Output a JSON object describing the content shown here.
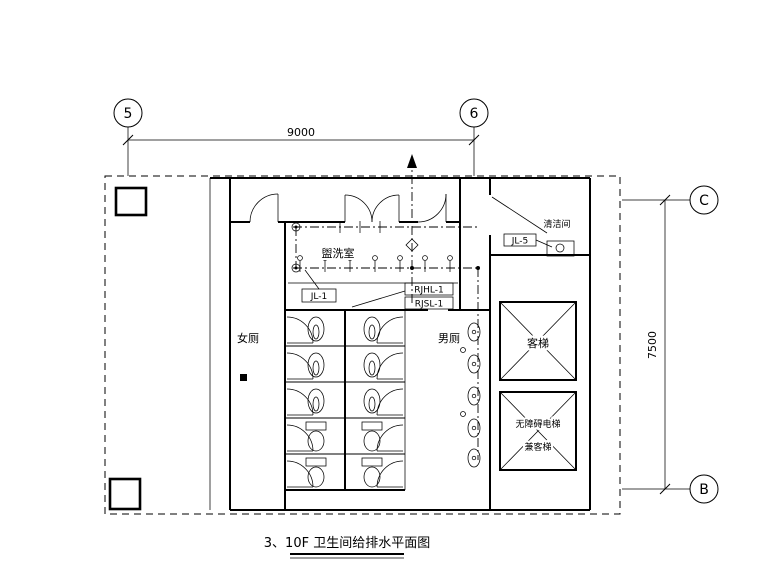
{
  "drawing": {
    "title": "3、10F 卫生间给排水平面图",
    "grid_bubbles": {
      "col_5": "5",
      "col_6": "6",
      "row_c": "C",
      "row_b": "B"
    },
    "dimensions": {
      "top_span": "9000",
      "right_span": "7500"
    },
    "room_labels": {
      "washroom": "盥洗室",
      "cleaning_room": "清洁间",
      "womens_toilet": "女厕",
      "mens_toilet": "男厕",
      "passenger_elevator": "客梯",
      "accessible_elevator_line1": "无障碍电梯",
      "accessible_elevator_line2": "兼客梯"
    },
    "pipe_labels": {
      "jl_1": "JL-1",
      "jl_5": "JL-5",
      "rjhl_1": "RJHL-1",
      "rjsl_1": "RJSL-1"
    }
  }
}
